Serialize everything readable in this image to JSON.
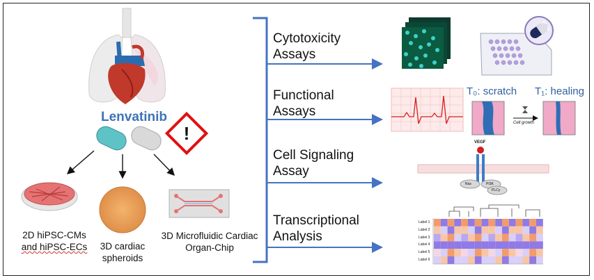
{
  "drug": "Lenvatinib",
  "models": {
    "cells_l1": "2D hiPSC-CMs",
    "cells_l2": "and hiPSC-ECs",
    "spheroid_l1": "3D cardiac",
    "spheroid_l2": "spheroids",
    "chip_l1": "3D Microfluidic Cardiac",
    "chip_l2": "Organ-Chip"
  },
  "assays": [
    {
      "l1": "Cytotoxicity",
      "l2": "Assays"
    },
    {
      "l1": "Functional",
      "l2": "Assays"
    },
    {
      "l1": "Cell Signaling",
      "l2": "Assay"
    },
    {
      "l1": "Transcriptional",
      "l2": "Analysis"
    }
  ],
  "functional": {
    "t0": "T₀: scratch",
    "t1": "T₁: healing",
    "growth": "Cell growth"
  },
  "signaling": {
    "ligand": "VEGF",
    "nodes": [
      "Ras",
      "PI3K",
      "PLCγ"
    ]
  },
  "heatmap": {
    "rows": [
      "Label 1",
      "Label 2",
      "Label 3",
      "Label 4",
      "Label 5",
      "Label 6"
    ]
  },
  "colors": {
    "accent_blue": "#3d73b7",
    "arrow_blue": "#4472c4",
    "hazard_red": "#e01010",
    "teal": "#5ec3c7"
  },
  "icons": [
    "lungs-heart-icon",
    "capsule-icon",
    "hazard-icon",
    "petri-dish-icon",
    "spheroid-icon",
    "organ-chip-icon",
    "cell-stack-icon",
    "well-plate-icon",
    "pill-badge-icon",
    "ecg-icon",
    "scratch-assay-icon",
    "receptor-icon",
    "heatmap-icon"
  ]
}
